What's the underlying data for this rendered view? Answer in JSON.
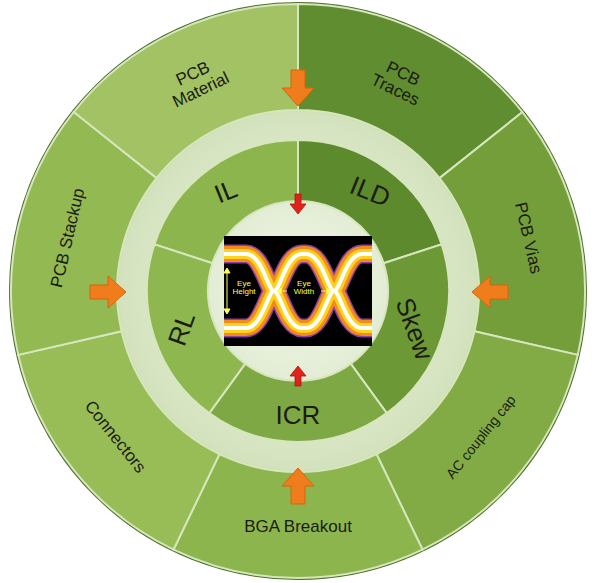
{
  "diagram": {
    "nodes": [
      {
        "text": [
          "PCB Material"
        ]
      },
      {
        "text": [
          "PCB Traces"
        ]
      },
      {
        "text": [
          "PCB Vias"
        ]
      },
      {
        "text": [
          "AC coupling cap"
        ]
      },
      {
        "text": [
          "BGA Breakout"
        ]
      },
      {
        "text": [
          "Connectors"
        ]
      },
      {
        "text": [
          "PCB Stackup"
        ]
      },
      {
        "text": [
          "IL"
        ]
      },
      {
        "text": [
          "ILD"
        ]
      },
      {
        "text": [
          "Skew"
        ]
      },
      {
        "text": [
          "ICR"
        ]
      },
      {
        "text": [
          "RL"
        ]
      },
      {
        "text": [
          "Eye Height",
          "Eye Width"
        ]
      }
    ]
  }
}
